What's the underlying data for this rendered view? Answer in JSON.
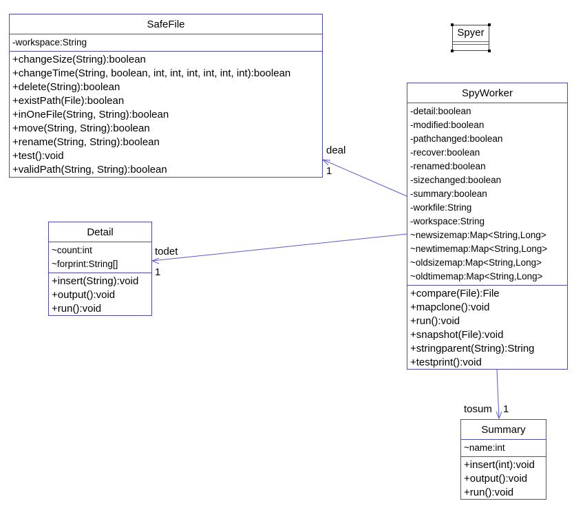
{
  "classes": {
    "safefile": {
      "name": "SafeFile",
      "attributes": [
        "-workspace:String"
      ],
      "operations": [
        "+changeSize(String):boolean",
        "+changeTime(String, boolean, int, int, int, int, int, int):boolean",
        "+delete(String):boolean",
        "+existPath(File):boolean",
        "+inOneFile(String, String):boolean",
        "+move(String, String):boolean",
        "+rename(String, String):boolean",
        "+test():void",
        "+validPath(String, String):boolean"
      ]
    },
    "spyworker": {
      "name": "SpyWorker",
      "attributes": [
        "-detail:boolean",
        "-modified:boolean",
        "-pathchanged:boolean",
        "-recover:boolean",
        "-renamed:boolean",
        "-sizechanged:boolean",
        "-summary:boolean",
        "-workfile:String",
        "-workspace:String",
        "~newsizemap:Map<String,Long>",
        "~newtimemap:Map<String,Long>",
        "~oldsizemap:Map<String,Long>",
        "~oldtimemap:Map<String,Long>"
      ],
      "operations": [
        "+compare(File):File",
        "+mapclone():void",
        "+run():void",
        "+snapshot(File):void",
        "+stringparent(String):String",
        "+testprint():void"
      ]
    },
    "detail": {
      "name": "Detail",
      "attributes": [
        "~count:int",
        "~forprint:String[]"
      ],
      "operations": [
        "+insert(String):void",
        "+output():void",
        "+run():void"
      ]
    },
    "summary": {
      "name": "Summary",
      "attributes": [
        "~name:int"
      ],
      "operations": [
        "+insert(int):void",
        "+output():void",
        "+run():void"
      ]
    },
    "spyer": {
      "name": "Spyer"
    }
  },
  "associations": {
    "deal": {
      "role": "deal",
      "multiplicity": "1"
    },
    "todet": {
      "role": "todet",
      "multiplicity": "1"
    },
    "tosum": {
      "role": "tosum",
      "multiplicity": "1"
    }
  },
  "colors": {
    "border": "#4a4aa8",
    "line": "#5a5acc"
  }
}
